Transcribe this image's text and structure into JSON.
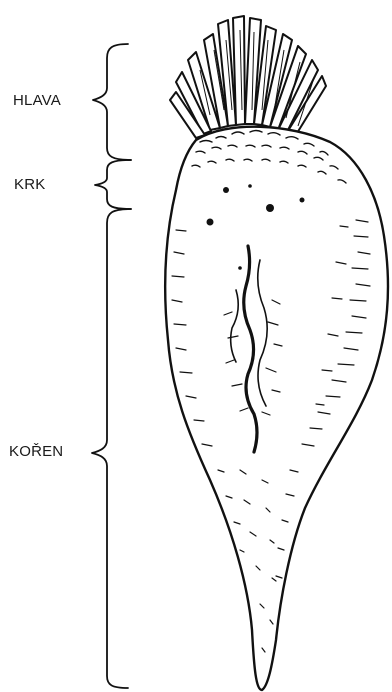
{
  "labels": {
    "head": "HLAVA",
    "neck": "KRK",
    "root": "KOŘEN"
  },
  "colors": {
    "ink": "#111111",
    "background": "#ffffff"
  }
}
